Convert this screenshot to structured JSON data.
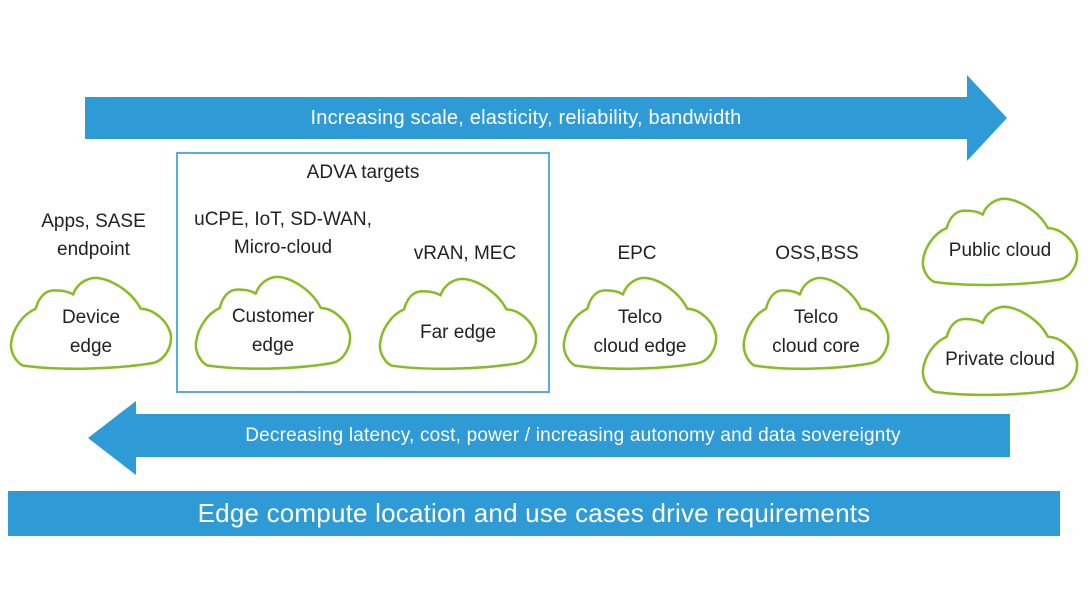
{
  "top_arrow": {
    "label": "Increasing scale, elasticity, reliability, bandwidth"
  },
  "bottom_arrow": {
    "label": "Decreasing latency, cost, power / increasing autonomy and data sovereignty"
  },
  "banner": {
    "label": "Edge compute location and use cases drive requirements"
  },
  "adva_box": {
    "title": "ADVA targets",
    "tech_left": "uCPE, IoT, SD-WAN,\nMicro-cloud",
    "tech_right": "vRAN, MEC"
  },
  "annotations": {
    "device_edge": "Apps, SASE\nendpoint",
    "telco_cloud_edge": "EPC",
    "telco_cloud_core": "OSS,BSS"
  },
  "clouds": [
    {
      "id": "device-edge",
      "label": "Device\nedge"
    },
    {
      "id": "customer-edge",
      "label": "Customer\nedge"
    },
    {
      "id": "far-edge",
      "label": "Far edge"
    },
    {
      "id": "telco-cloud-edge",
      "label": "Telco\ncloud edge"
    },
    {
      "id": "telco-cloud-core",
      "label": "Telco\ncloud core"
    },
    {
      "id": "public-cloud",
      "label": "Public cloud"
    },
    {
      "id": "private-cloud",
      "label": "Private cloud"
    }
  ],
  "colors": {
    "arrow_blue": "#2E9BD6",
    "box_border_blue": "#55AEDC",
    "cloud_green": "#86BC25",
    "text_ink": "#222222"
  }
}
